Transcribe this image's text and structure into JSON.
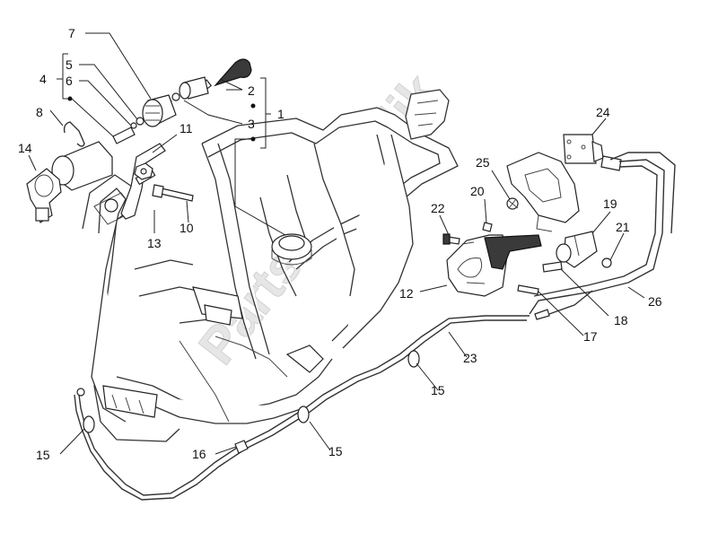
{
  "watermark": "PartsRepublik",
  "labels": {
    "l1": "1",
    "l2": "2",
    "l3": "3",
    "l4": "4",
    "l5": "5",
    "l6": "6",
    "l7": "7",
    "l8": "8",
    "l10": "10",
    "l11": "11",
    "l12": "12",
    "l13": "13",
    "l14": "14",
    "l15a": "15",
    "l15b": "15",
    "l15c": "15",
    "l16": "16",
    "l17": "17",
    "l18": "18",
    "l19": "19",
    "l20": "20",
    "l21": "21",
    "l22": "22",
    "l23": "23",
    "l24": "24",
    "l25": "25",
    "l26": "26"
  }
}
